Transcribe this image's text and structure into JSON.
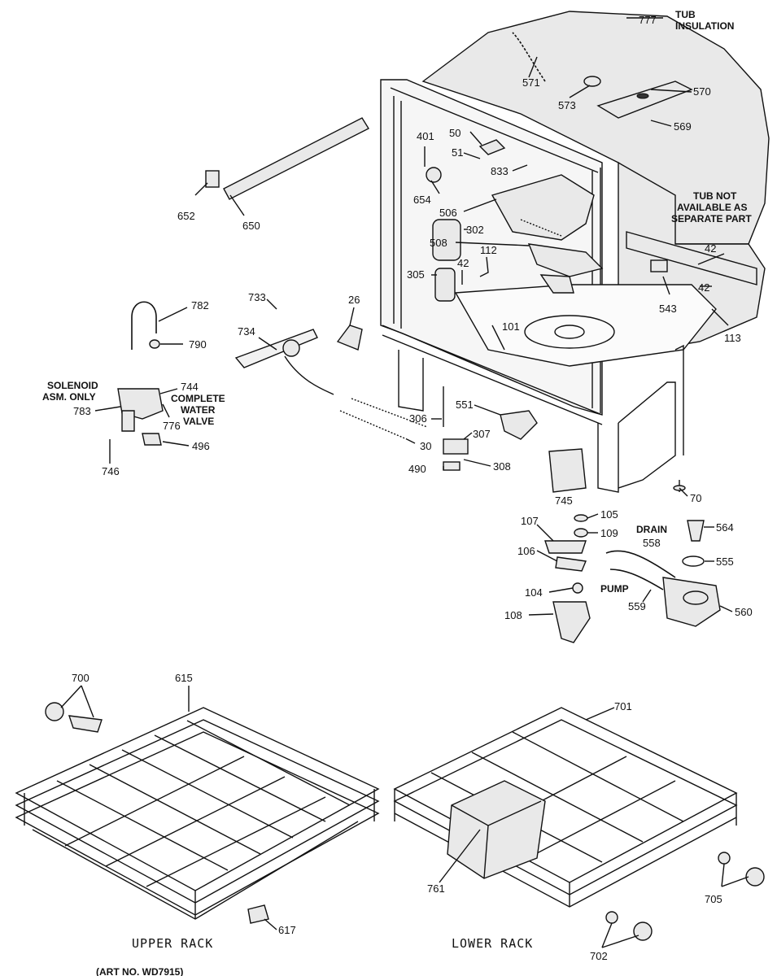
{
  "labels": {
    "tub_insulation_1": "TUB",
    "tub_insulation_2": "INSULATION",
    "tub_not_1": "TUB NOT",
    "tub_not_2": "AVAILABLE AS",
    "tub_not_3": "SEPARATE PART",
    "solenoid_1": "SOLENOID",
    "solenoid_2": "ASM. ONLY",
    "complete_1": "COMPLETE",
    "complete_2": "WATER",
    "complete_3": "VALVE",
    "drain": "DRAIN",
    "pump": "PUMP",
    "upper_rack": "UPPER RACK",
    "lower_rack": "LOWER RACK",
    "art_no": "(ART NO. WD7915)"
  },
  "parts": {
    "p777": "777",
    "p571": "571",
    "p573": "573",
    "p570": "570",
    "p569": "569",
    "p401": "401",
    "p50": "50",
    "p51": "51",
    "p833": "833",
    "p654": "654",
    "p506": "506",
    "p302": "302",
    "p508": "508",
    "p112": "112",
    "p42a": "42",
    "p42b": "42",
    "p42c": "42",
    "p305": "305",
    "p543": "543",
    "p113": "113",
    "p652": "652",
    "p650": "650",
    "p782": "782",
    "p790": "790",
    "p733": "733",
    "p734": "734",
    "p26": "26",
    "p101": "101",
    "p744": "744",
    "p783": "783",
    "p776": "776",
    "p496": "496",
    "p746": "746",
    "p306": "306",
    "p551": "551",
    "p307": "307",
    "p30": "30",
    "p490": "490",
    "p308": "308",
    "p745": "745",
    "p70": "70",
    "p105": "105",
    "p107": "107",
    "p109": "109",
    "p564": "564",
    "p558": "558",
    "p106": "106",
    "p555": "555",
    "p104": "104",
    "p559": "559",
    "p560": "560",
    "p108": "108",
    "p700": "700",
    "p615": "615",
    "p701": "701",
    "p761": "761",
    "p705": "705",
    "p617": "617",
    "p702": "702"
  }
}
